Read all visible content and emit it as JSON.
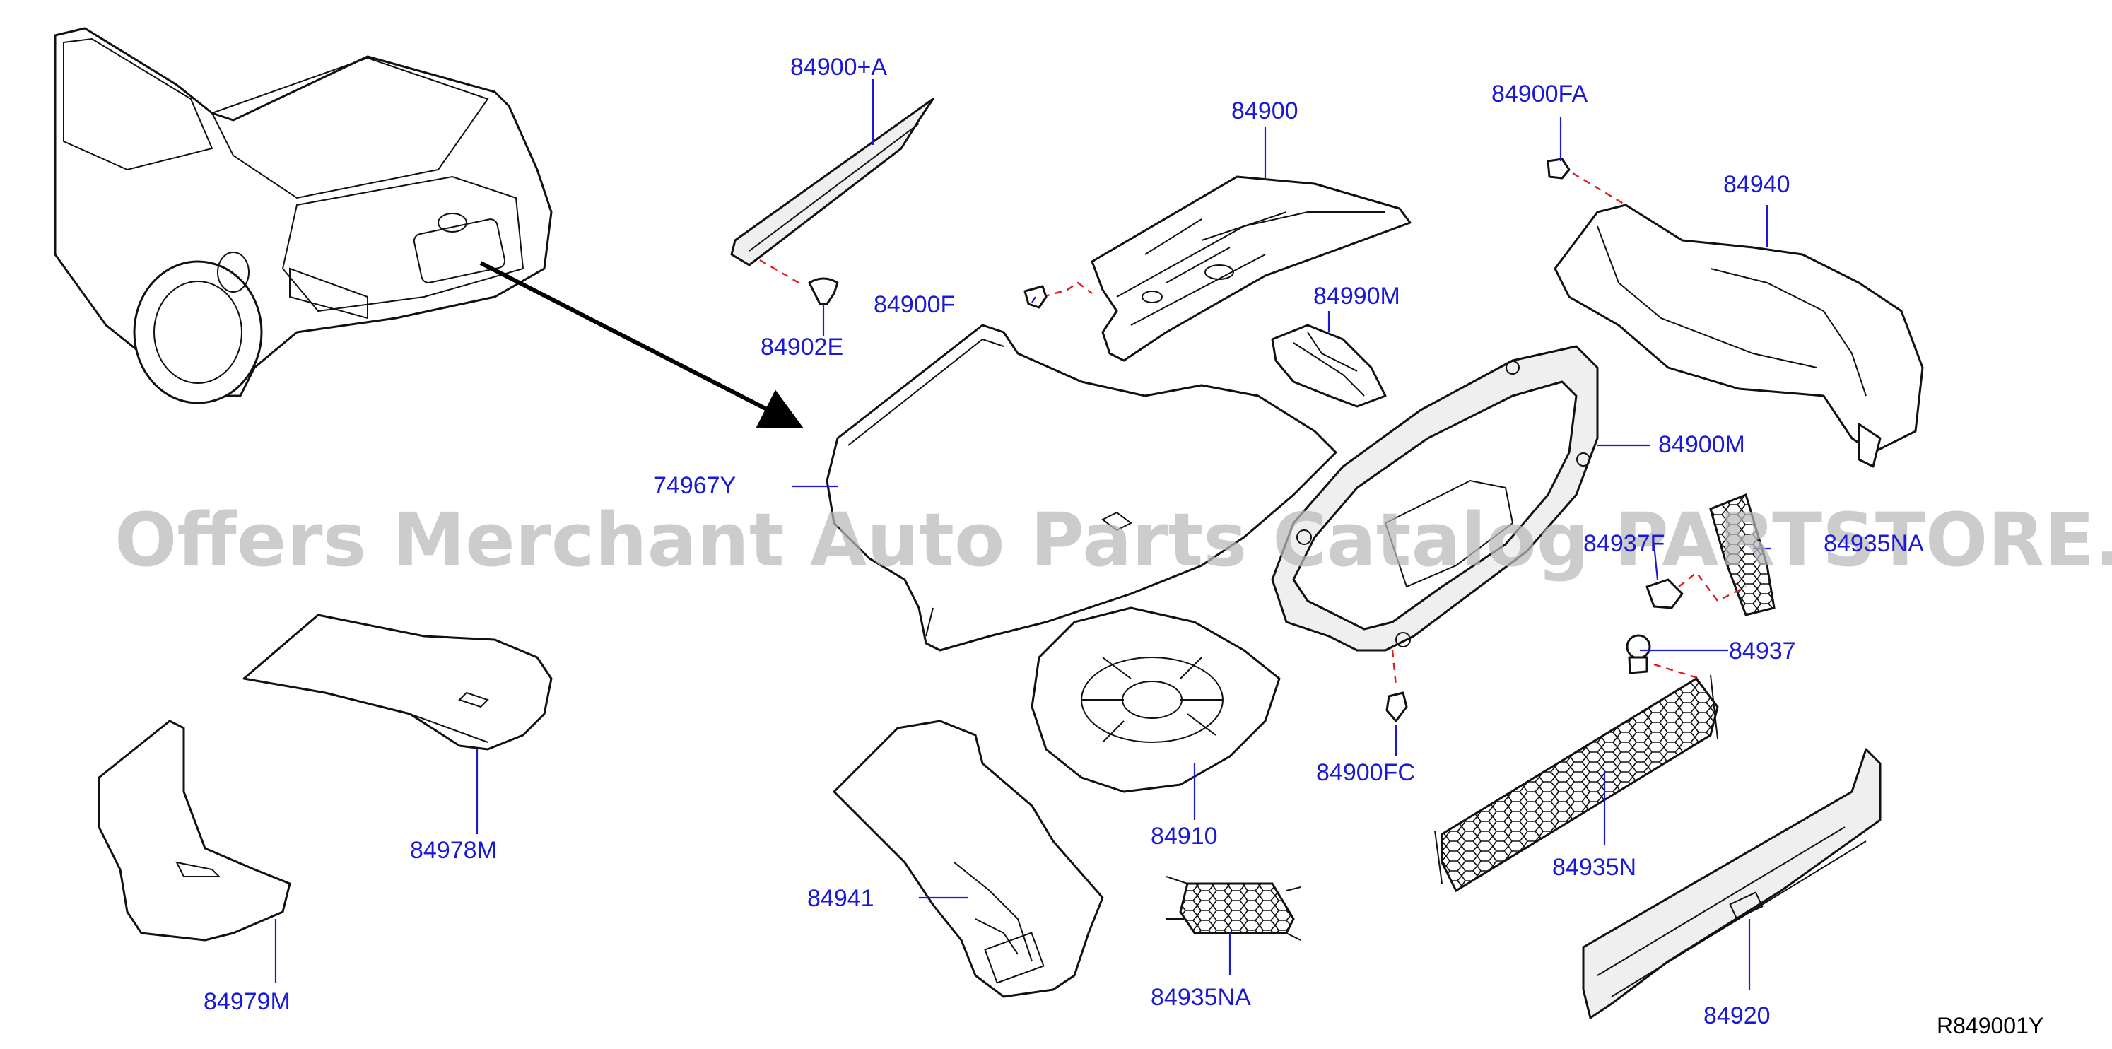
{
  "watermark": "Offers Merchant Auto Parts Catalog PARTSTORE.SA",
  "diagram_code": "R849001Y",
  "colors": {
    "label": "#1a1ad6",
    "dashed_leader": "#e21b1b",
    "watermark": "#b9b9b9",
    "line": "#111111"
  },
  "parts": [
    {
      "id": "84900plusA",
      "label": "84900+A"
    },
    {
      "id": "84900",
      "label": "84900"
    },
    {
      "id": "84900FA",
      "label": "84900FA"
    },
    {
      "id": "84940",
      "label": "84940"
    },
    {
      "id": "84900F",
      "label": "84900F"
    },
    {
      "id": "84902E",
      "label": "84902E"
    },
    {
      "id": "84990M",
      "label": "84990M"
    },
    {
      "id": "84900M",
      "label": "84900M"
    },
    {
      "id": "74967Y",
      "label": "74967Y"
    },
    {
      "id": "84937F",
      "label": "84937F"
    },
    {
      "id": "84935NA_right",
      "label": "84935NA"
    },
    {
      "id": "84937",
      "label": "84937"
    },
    {
      "id": "84900FC",
      "label": "84900FC"
    },
    {
      "id": "84910",
      "label": "84910"
    },
    {
      "id": "84935N",
      "label": "84935N"
    },
    {
      "id": "84978M",
      "label": "84978M"
    },
    {
      "id": "84941",
      "label": "84941"
    },
    {
      "id": "84935NA_bottom",
      "label": "84935NA"
    },
    {
      "id": "84920",
      "label": "84920"
    },
    {
      "id": "84979M",
      "label": "84979M"
    }
  ]
}
